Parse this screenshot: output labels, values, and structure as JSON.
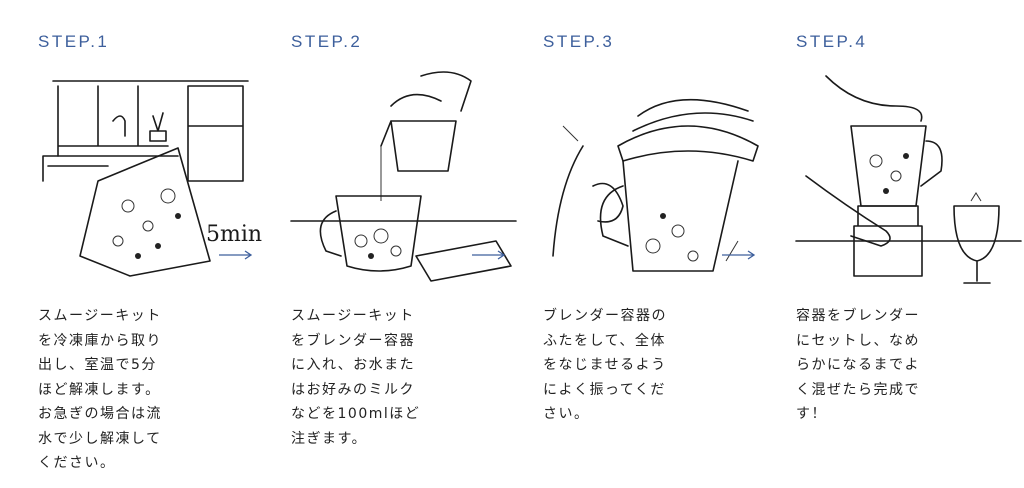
{
  "steps": [
    {
      "label": "STEP.1",
      "illustration_text": "5min",
      "lines": [
        "スムージーキット",
        "を冷凍庫から取り",
        "出し、室温で5分",
        "ほど解凍します。",
        "お急ぎの場合は流",
        "水で少し解凍して",
        "ください。"
      ]
    },
    {
      "label": "STEP.2",
      "lines": [
        "スムージーキット",
        "をブレンダー容器",
        "に入れ、お水また",
        "はお好みのミルク",
        "などを100mlほど",
        "注ぎます。"
      ]
    },
    {
      "label": "STEP.3",
      "lines": [
        "ブレンダー容器の",
        "ふたをして、全体",
        "をなじませるよう",
        "によく振ってくだ",
        "さい。"
      ]
    },
    {
      "label": "STEP.4",
      "lines": [
        "容器をブレンダー",
        "にセットし、なめ",
        "らかになるまでよ",
        "く混ぜたら完成で",
        "す！"
      ]
    }
  ],
  "colors": {
    "accent": "#3d5f9c",
    "text": "#222222"
  }
}
